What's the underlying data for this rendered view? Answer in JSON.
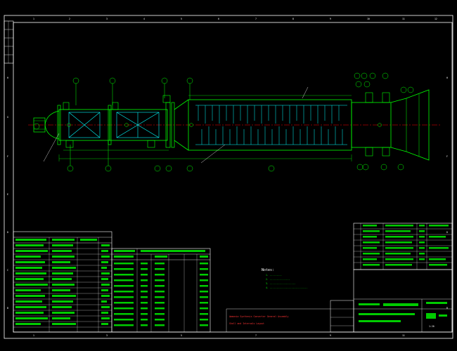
{
  "title_block": {
    "line1": "Ammonia Synthesis Converter General Assembly",
    "line2": "Shell and Internals Layout",
    "scale_label": "1:20"
  },
  "border": {
    "top_numbers": [
      "1",
      "2",
      "3",
      "4",
      "5",
      "6",
      "7",
      "8",
      "9",
      "10",
      "11",
      "12"
    ],
    "side_letters": [
      "H",
      "G",
      "F",
      "E",
      "D",
      "C",
      "B",
      "A"
    ]
  },
  "notes": {
    "heading": "Notes:",
    "items": [
      "1. ---------",
      "2. ---------------",
      "3. -------------------",
      "4. ----------------------------"
    ]
  },
  "colors": {
    "border": "#ffffff",
    "vessel": "#00ff00",
    "internals": "#00ffff",
    "centerline": "#ff0000",
    "leader": "#ffff00"
  }
}
